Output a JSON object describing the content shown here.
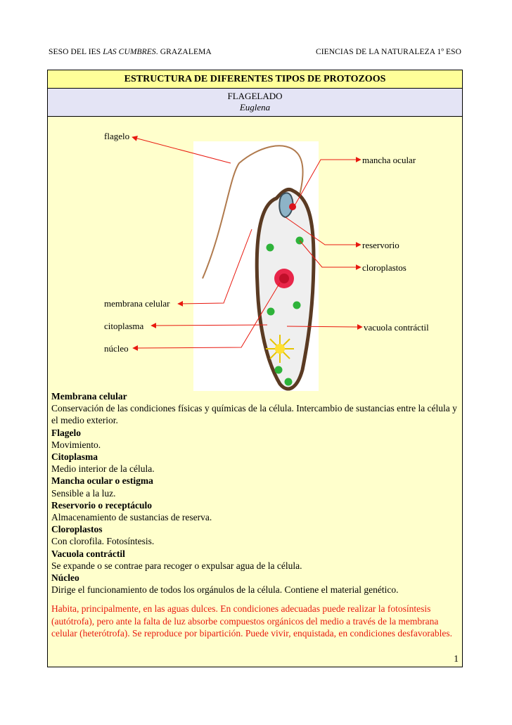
{
  "header": {
    "left_prefix": "SESO DEL IES ",
    "left_italic": "LAS CUMBRES",
    "left_suffix": ". GRAZALEMA",
    "right": "CIENCIAS DE LA NATURALEZA 1º ESO"
  },
  "title": "ESTRUCTURA DE DIFERENTES TIPOS DE PROTOZOOS",
  "subtitle": "FLAGELADO",
  "scientific_name": "Euglena",
  "labels": {
    "flagelo": "flagelo",
    "membrana": "membrana celular",
    "citoplasma": "citoplasma",
    "nucleo": "núcleo",
    "mancha": "mancha ocular",
    "reservorio": "reservorio",
    "cloroplastos": "cloroplastos",
    "vacuola": "vacuola contráctil"
  },
  "descriptions": [
    {
      "term": "Membrana celular",
      "text": "Conservación de las condiciones físicas y químicas de la célula. Intercambio de sustancias entre la célula y el medio exterior."
    },
    {
      "term": "Flagelo",
      "text": "Movimiento."
    },
    {
      "term": "Citoplasma",
      "text": "Medio interior de la célula."
    },
    {
      "term": "Mancha ocular o estigma",
      "text": "Sensible a la luz."
    },
    {
      "term": "Reservorio o receptáculo",
      "text": "Almacenamiento de sustancias de reserva."
    },
    {
      "term": "Cloroplastos",
      "text": "Con clorofila. Fotosíntesis."
    },
    {
      "term": "Vacuola contráctil",
      "text": "Se expande o se contrae para recoger o expulsar agua de la célula."
    },
    {
      "term": "Núcleo",
      "text": "Dirige el funcionamiento de todos los orgánulos de la célula. Contiene el material genético."
    }
  ],
  "note": "Habita, principalmente, en las aguas dulces. En condiciones adecuadas puede realizar la fotosíntesis (autótrofa), pero ante la falta de luz absorbe compuestos orgánicos del medio a través de la membrana celular (heterótrofa). Se reproduce por bipartición. Puede vivir, enquistada, en condiciones desfavorables.",
  "page_number": "1",
  "colors": {
    "pointer": "#e8190f",
    "title_band": "#ffff99",
    "subtitle_band": "#e4e4f5",
    "body_band": "#ffffcc",
    "note_text": "#e8190f"
  }
}
